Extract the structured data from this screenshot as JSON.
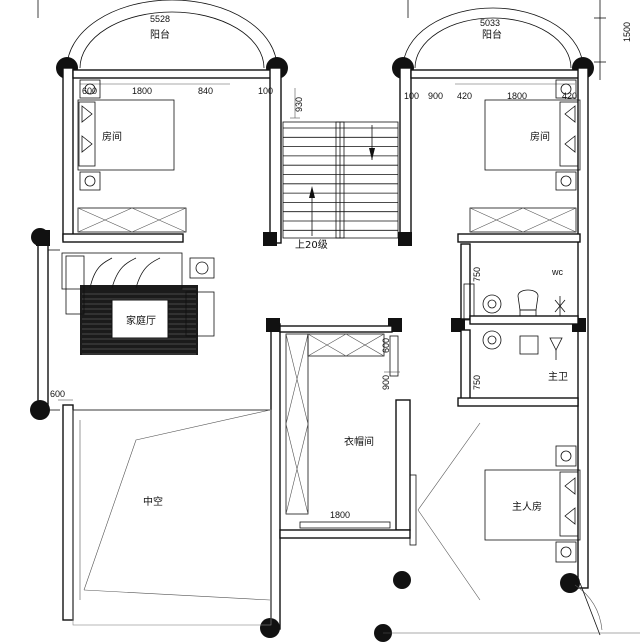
{
  "balcony_left": {
    "label": "阳台",
    "dim": "5528"
  },
  "balcony_right": {
    "label": "阳台",
    "dim": "5033"
  },
  "dims_top_left": [
    "600",
    "1800",
    "840",
    "100"
  ],
  "dims_top_right": [
    "100",
    "900",
    "420",
    "1800",
    "420"
  ],
  "dim_side_1500": "1500",
  "dim_930": "930",
  "bedroom_left": "房间",
  "bedroom_right": "房间",
  "stair_label": "上20级",
  "family_hall": "家庭厅",
  "wc": "wc",
  "dim_750_a": "750",
  "dim_750_b": "750",
  "master_bath": "主卫",
  "dim_600_left": "600",
  "dim_600_closet": "600",
  "dim_900_closet": "900",
  "closet": "衣帽间",
  "void": "中空",
  "closet_width": "1800",
  "master_bedroom": "主人房"
}
